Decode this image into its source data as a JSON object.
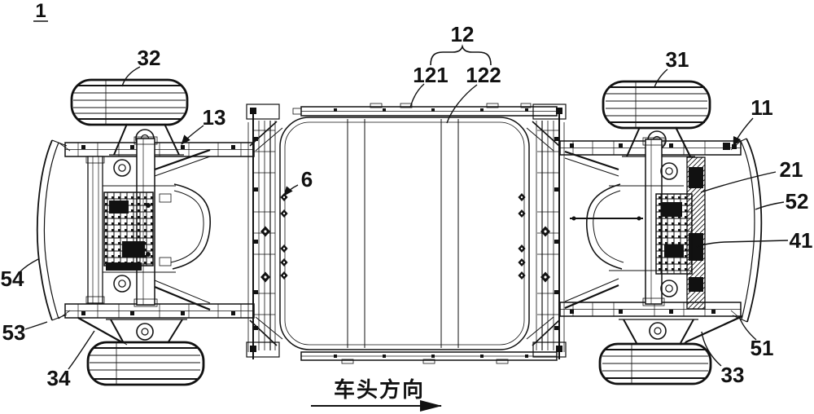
{
  "figure": {
    "number": "1"
  },
  "reference_numerals": {
    "n6": "6",
    "n11": "11",
    "n12": "12",
    "n13": "13",
    "n21": "21",
    "n31": "31",
    "n32": "32",
    "n33": "33",
    "n34": "34",
    "n41": "41",
    "n51": "51",
    "n52": "52",
    "n53": "53",
    "n54": "54",
    "n121": "121",
    "n122": "122"
  },
  "direction_indicator": {
    "text": "车头方向"
  },
  "colors": {
    "ink": "#111111",
    "paper": "#ffffff"
  }
}
